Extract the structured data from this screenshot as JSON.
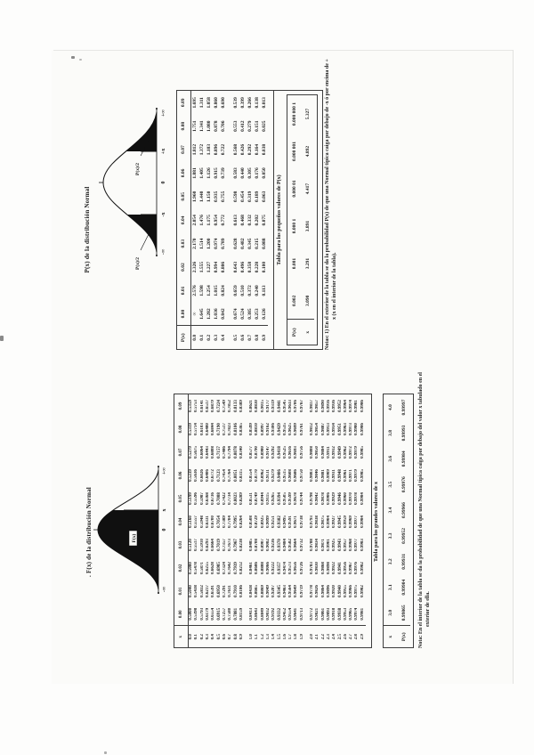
{
  "document": {
    "left_page": {
      "title": ". F(x) de la distribución Normal",
      "curve": {
        "region_label": "F(x)",
        "axis": {
          "neg_inf": "-∞",
          "zero": "0",
          "x_tick": "x",
          "pos_inf": "+∞"
        }
      },
      "main_table": {
        "corner": "x",
        "columns": [
          "0.00",
          "0.01",
          "0.02",
          "0.03",
          "0.04",
          "0.05",
          "0.06",
          "0.07",
          "0.08",
          "0.09"
        ],
        "groups": [
          [
            {
              "label": "0.0",
              "cells": [
                "0.5000",
                "0.5040",
                "0.5080",
                "0.5120",
                "0.5160",
                "0.5199",
                "0.5239",
                "0.5279",
                "0.5319",
                "0.5359"
              ]
            },
            {
              "label": "0.1",
              "cells": [
                "0.5398",
                "0.5438",
                "0.5478",
                "0.5517",
                "0.5557",
                "0.5596",
                "0.5636",
                "0.5675",
                "0.5714",
                "0.5753"
              ]
            },
            {
              "label": "0.2",
              "cells": [
                "0.5793",
                "0.5832",
                "0.5871",
                "0.5910",
                "0.5948",
                "0.5987",
                "0.6026",
                "0.6064",
                "0.6103",
                "0.6141"
              ]
            },
            {
              "label": "0.3",
              "cells": [
                "0.6179",
                "0.6217",
                "0.6255",
                "0.6293",
                "0.6331",
                "0.6368",
                "0.6406",
                "0.6443",
                "0.6480",
                "0.6517"
              ]
            },
            {
              "label": "0.4",
              "cells": [
                "0.6554",
                "0.6591",
                "0.6628",
                "0.6664",
                "0.6700",
                "0.6736",
                "0.6772",
                "0.6808",
                "0.6844",
                "0.6879"
              ]
            },
            {
              "label": "0.5",
              "cells": [
                "0.6915",
                "0.6950",
                "0.6985",
                "0.7019",
                "0.7054",
                "0.7088",
                "0.7123",
                "0.7157",
                "0.7190",
                "0.7224"
              ]
            },
            {
              "label": "0.6",
              "cells": [
                "0.7257",
                "0.7291",
                "0.7324",
                "0.7357",
                "0.7389",
                "0.7422",
                "0.7454",
                "0.7486",
                "0.7517",
                "0.7549"
              ]
            },
            {
              "label": "0.7",
              "cells": [
                "0.7580",
                "0.7611",
                "0.7642",
                "0.7673",
                "0.7704",
                "0.7734",
                "0.7764",
                "0.7794",
                "0.7823",
                "0.7852"
              ]
            },
            {
              "label": "0.8",
              "cells": [
                "0.7881",
                "0.7910",
                "0.7939",
                "0.7967",
                "0.7995",
                "0.8023",
                "0.8051",
                "0.8078",
                "0.8106",
                "0.8133"
              ]
            },
            {
              "label": "0.9",
              "cells": [
                "0.8159",
                "0.8186",
                "0.8212",
                "0.8238",
                "0.8264",
                "0.8289",
                "0.8315",
                "0.8340",
                "0.8365",
                "0.8389"
              ]
            }
          ],
          [
            {
              "label": "1.0",
              "cells": [
                "0.8413",
                "0.8438",
                "0.8461",
                "0.8485",
                "0.8508",
                "0.8531",
                "0.8554",
                "0.8577",
                "0.8599",
                "0.8621"
              ]
            },
            {
              "label": "1.1",
              "cells": [
                "0.8643",
                "0.8665",
                "0.8686",
                "0.8708",
                "0.8729",
                "0.8749",
                "0.8770",
                "0.8790",
                "0.8810",
                "0.8830"
              ]
            },
            {
              "label": "1.2",
              "cells": [
                "0.8849",
                "0.8869",
                "0.8888",
                "0.8907",
                "0.8925",
                "0.8944",
                "0.8962",
                "0.8980",
                "0.8997",
                "0.9015"
              ]
            },
            {
              "label": "1.3",
              "cells": [
                "0.9032",
                "0.9049",
                "0.9066",
                "0.9082",
                "0.9099",
                "0.9115",
                "0.9131",
                "0.9147",
                "0.9162",
                "0.9177"
              ]
            },
            {
              "label": "1.4",
              "cells": [
                "0.9192",
                "0.9207",
                "0.9222",
                "0.9236",
                "0.9251",
                "0.9265",
                "0.9279",
                "0.9292",
                "0.9306",
                "0.9319"
              ]
            },
            {
              "label": "1.5",
              "cells": [
                "0.9332",
                "0.9345",
                "0.9357",
                "0.9370",
                "0.9382",
                "0.9394",
                "0.9406",
                "0.9418",
                "0.9429",
                "0.9441"
              ]
            },
            {
              "label": "1.6",
              "cells": [
                "0.9452",
                "0.9463",
                "0.9474",
                "0.9484",
                "0.9495",
                "0.9505",
                "0.9515",
                "0.9525",
                "0.9535",
                "0.9545"
              ]
            },
            {
              "label": "1.7",
              "cells": [
                "0.9554",
                "0.9564",
                "0.9573",
                "0.9582",
                "0.9591",
                "0.9599",
                "0.9608",
                "0.9616",
                "0.9625",
                "0.9633"
              ]
            },
            {
              "label": "1.8",
              "cells": [
                "0.9641",
                "0.9649",
                "0.9656",
                "0.9664",
                "0.9671",
                "0.9678",
                "0.9686",
                "0.9693",
                "0.9699",
                "0.9706"
              ]
            },
            {
              "label": "1.9",
              "cells": [
                "0.9713",
                "0.9719",
                "0.9726",
                "0.9732",
                "0.9738",
                "0.9744",
                "0.9750",
                "0.9756",
                "0.9761",
                "0.9767"
              ]
            }
          ],
          [
            {
              "label": "2.0",
              "cells": [
                "0.9772",
                "0.9778",
                "0.9783",
                "0.9788",
                "0.9793",
                "0.9798",
                "0.9803",
                "0.9808",
                "0.9812",
                "0.9817"
              ]
            },
            {
              "label": "2.1",
              "cells": [
                "0.9821",
                "0.9826",
                "0.9830",
                "0.9834",
                "0.9838",
                "0.9842",
                "0.9846",
                "0.9850",
                "0.9854",
                "0.9857"
              ]
            },
            {
              "label": "2.2",
              "cells": [
                "0.9861",
                "0.9864",
                "0.9868",
                "0.9871",
                "0.9875",
                "0.9878",
                "0.9881",
                "0.9884",
                "0.9887",
                "0.9890"
              ]
            },
            {
              "label": "2.3",
              "cells": [
                "0.9893",
                "0.9896",
                "0.9898",
                "0.9901",
                "0.9904",
                "0.9906",
                "0.9909",
                "0.9911",
                "0.9913",
                "0.9916"
              ]
            },
            {
              "label": "2.4",
              "cells": [
                "0.9918",
                "0.9920",
                "0.9922",
                "0.9925",
                "0.9927",
                "0.9929",
                "0.9931",
                "0.9932",
                "0.9934",
                "0.9936"
              ]
            },
            {
              "label": "2.5",
              "cells": [
                "0.9938",
                "0.9940",
                "0.9941",
                "0.9943",
                "0.9945",
                "0.9946",
                "0.9948",
                "0.9949",
                "0.9951",
                "0.9952"
              ]
            },
            {
              "label": "2.6",
              "cells": [
                "0.9953",
                "0.9955",
                "0.9956",
                "0.9957",
                "0.9959",
                "0.9960",
                "0.9961",
                "0.9962",
                "0.9963",
                "0.9964"
              ]
            },
            {
              "label": "2.7",
              "cells": [
                "0.9965",
                "0.9966",
                "0.9967",
                "0.9968",
                "0.9969",
                "0.9970",
                "0.9971",
                "0.9972",
                "0.9973",
                "0.9974"
              ]
            },
            {
              "label": "2.8",
              "cells": [
                "0.9974",
                "0.9975",
                "0.9976",
                "0.9977",
                "0.9977",
                "0.9978",
                "0.9979",
                "0.9979",
                "0.9980",
                "0.9981"
              ]
            },
            {
              "label": "2.9",
              "cells": [
                "0.9981",
                "0.9982",
                "0.9982",
                "0.9983",
                "0.9984",
                "0.9984",
                "0.9985",
                "0.9985",
                "0.9986",
                "0.9986"
              ]
            }
          ]
        ]
      },
      "large_table": {
        "title": "Tabla para los grandes valores de x",
        "rows": [
          {
            "label": "x",
            "cells": [
              "3.0",
              "3.1",
              "3.2",
              "3.3",
              "3.4",
              "3.5",
              "3.6",
              "3.8",
              "4.0"
            ]
          },
          {
            "label": "P(x)",
            "cells": [
              "0.99865",
              "0.99904",
              "0.99931",
              "0.99952",
              "0.99966",
              "0.99976",
              "0.99984",
              "0.99993",
              "0.99997"
            ]
          }
        ]
      },
      "nota": {
        "lead": "Nota:",
        "text": "En el interior de la tabla se da la probabilidad de que una Normal típica caiga por debajo del valor x tabulado en el exterior de ella."
      }
    },
    "right_page": {
      "title": "P(x) de la distribución Normal",
      "curve": {
        "tail_label_left": "P(x)/2",
        "tail_label_right": "P(x)/2",
        "axis": {
          "neg_inf": "-∞",
          "neg_x": "-x",
          "zero": "0",
          "pos_x": "+x",
          "pos_inf": "+∞"
        }
      },
      "main_table": {
        "corner": "P(x)",
        "columns": [
          "0.00",
          "0.01",
          "0.02",
          "0.03",
          "0.04",
          "0.05",
          "0.06",
          "0.07",
          "0.08",
          "0.09"
        ],
        "groups": [
          [
            {
              "label": "0.0",
              "cells": [
                "∞",
                "2.576",
                "2.326",
                "2.170",
                "2.054",
                "1.960",
                "1.881",
                "1.812",
                "1.751",
                "1.695"
              ]
            },
            {
              "label": "0.1",
              "cells": [
                "1.645",
                "1.598",
                "1.555",
                "1.514",
                "1.476",
                "1.440",
                "1.405",
                "1.372",
                "1.341",
                "1.311"
              ]
            },
            {
              "label": "0.2",
              "cells": [
                "1.282",
                "1.254",
                "1.227",
                "1.200",
                "1.175",
                "1.150",
                "1.126",
                "1.103",
                "1.080",
                "1.058"
              ]
            },
            {
              "label": "0.3",
              "cells": [
                "1.036",
                "1.015",
                "0.994",
                "0.974",
                "0.954",
                "0.935",
                "0.915",
                "0.896",
                "0.878",
                "0.860"
              ]
            },
            {
              "label": "0.4",
              "cells": [
                "0.842",
                "0.824",
                "0.806",
                "0.789",
                "0.772",
                "0.755",
                "0.739",
                "0.722",
                "0.706",
                "0.690"
              ]
            }
          ],
          [
            {
              "label": "0.5",
              "cells": [
                "0.674",
                "0.659",
                "0.643",
                "0.628",
                "0.613",
                "0.598",
                "0.583",
                "0.568",
                "0.553",
                "0.539"
              ]
            },
            {
              "label": "0.6",
              "cells": [
                "0.524",
                "0.510",
                "0.496",
                "0.482",
                "0.468",
                "0.454",
                "0.440",
                "0.426",
                "0.412",
                "0.399"
              ]
            },
            {
              "label": "0.7",
              "cells": [
                "0.385",
                "0.372",
                "0.358",
                "0.345",
                "0.332",
                "0.319",
                "0.305",
                "0.292",
                "0.279",
                "0.266"
              ]
            },
            {
              "label": "0.8",
              "cells": [
                "0.253",
                "0.240",
                "0.228",
                "0.215",
                "0.202",
                "0.189",
                "0.176",
                "0.164",
                "0.151",
                "0.138"
              ]
            },
            {
              "label": "0.9",
              "cells": [
                "0.126",
                "0.113",
                "0.100",
                "0.088",
                "0.075",
                "0.063",
                "0.050",
                "0.038",
                "0.025",
                "0.013"
              ]
            }
          ]
        ]
      },
      "small_table": {
        "title": "Tabla para los pequeños valores de P(x)",
        "rows": [
          {
            "label": "P(x)",
            "cells": [
              "0.002",
              "0.001",
              "0.000 1",
              "0.000 01",
              "0.000 001",
              "0.000 000 1"
            ]
          },
          {
            "label": "x",
            "cells": [
              "3.090",
              "3.291",
              "3.891",
              "4.417",
              "4.892",
              "5.327"
            ]
          }
        ]
      },
      "notas": {
        "lead": "Notas:",
        "item": "1)",
        "text": "En el exterior de la tabla se da la probabilidad P(x) de que una Normal típica caiga por debajo de -x ó por encima de + x (x en el interior de la tabla)."
      }
    }
  }
}
